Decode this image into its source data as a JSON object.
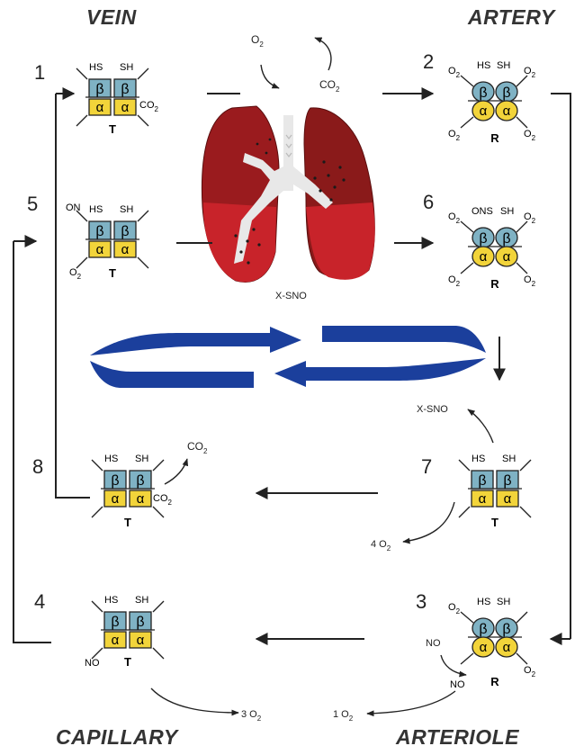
{
  "corners": {
    "vein": "VEIN",
    "artery": "ARTERY",
    "capillary": "CAPILLARY",
    "arteriole": "ARTERIOLE"
  },
  "steps": [
    "1",
    "2",
    "3",
    "4",
    "5",
    "6",
    "7",
    "8"
  ],
  "subunits": {
    "beta": "β",
    "alpha": "α"
  },
  "state_labels": {
    "tense": "T",
    "relaxed": "R"
  },
  "thiols": {
    "hs": "HS",
    "sh": "SH",
    "ons": "ONS"
  },
  "ligands": {
    "o2": "O",
    "two": "2",
    "co2": "CO",
    "no": "NO",
    "on": "ON"
  },
  "lung_label": "X-SNO",
  "xsno_label": "X-SNO",
  "release": {
    "four": "4 O",
    "three": "3 O",
    "one": "1 O"
  },
  "colors": {
    "beta": "#7fb2c4",
    "alpha": "#f2d43a",
    "lung_dark": "#8a1a1a",
    "lung_red": "#c8232a",
    "airway": "#e8e8e8",
    "blue_arrow": "#1b3f9c",
    "line": "#222222"
  }
}
